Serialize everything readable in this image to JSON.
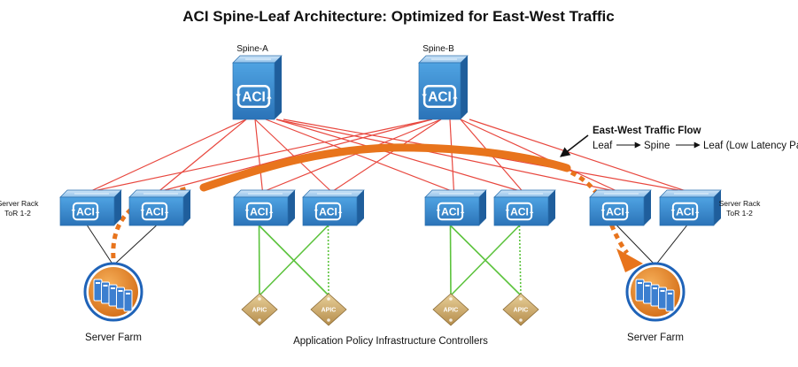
{
  "title": "ACI Spine-Leaf Architecture: Optimized for East-West Traffic",
  "spines": [
    {
      "label": "Spine-A",
      "badge": "ACI"
    },
    {
      "label": "Spine-B",
      "badge": "ACI"
    }
  ],
  "leaf_badge": "ACI",
  "leaf_count": 8,
  "apic_badge": "APIC",
  "apic_count": 4,
  "rack_left": {
    "line1": "Server Rack",
    "line2": "ToR 1-2"
  },
  "rack_right": {
    "line1": "Server Rack",
    "line2": "ToR 1-2"
  },
  "server_farm_left": "Server Farm",
  "server_farm_right": "Server Farm",
  "apic_caption": "Application Policy Infrastructure Controllers",
  "east_west": {
    "title": "East-West Traffic Flow",
    "path": [
      "Leaf",
      "Spine",
      "Leaf (Low Latency Path)"
    ]
  },
  "colors": {
    "fabric_link": "#e8473e",
    "apic_link": "#5cc33d",
    "switch_body": "#3a8ed4",
    "switch_top": "#a9d1f1",
    "flow": "#e8741c",
    "server_ring": "#1f63b8",
    "server_core": "#e07f1f"
  }
}
